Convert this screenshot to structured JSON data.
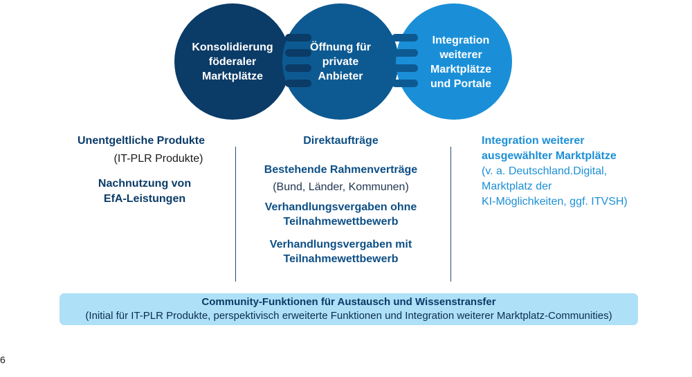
{
  "circles": [
    {
      "label": "Konsolidierung\nföderaler\nMarktplätze",
      "color": "#0b3b67"
    },
    {
      "label": "Öffnung für\nprivate\nAnbieter",
      "color": "#0d5a92"
    },
    {
      "label": "Integration\nweiterer\nMarktplätze\nund Portale",
      "color": "#1a8fd8"
    }
  ],
  "left": {
    "title": "Unentgeltliche Produkte",
    "subtitle": "(IT-PLR Produkte)",
    "item": "Nachnutzung von\nEfA-Leistungen"
  },
  "middle": {
    "title": "Direktaufträge",
    "items": [
      {
        "title": "Bestehende Rahmenverträge",
        "note": "(Bund, Länder, Kommunen)"
      },
      {
        "title": "Verhandlungsvergaben ohne\nTeilnahmewettbewerb"
      },
      {
        "title": "Verhandlungsvergaben mit\nTeilnahmewettbewerb"
      }
    ]
  },
  "right": {
    "title": "Integration weiterer\nausgewählter Marktplätze",
    "note": "(v. a. Deutschland.Digital,\nMarktplatz der\nKI-Möglichkeiten, ggf. ITVSH)"
  },
  "bar": {
    "title": "Community-Funktionen für Austausch und Wissenstransfer",
    "subtitle": "(Initial für IT-PLR Produkte, perspektivisch erweiterte Funktionen und Integration weiterer Marktplatz-Communities)"
  },
  "page_number": "6"
}
